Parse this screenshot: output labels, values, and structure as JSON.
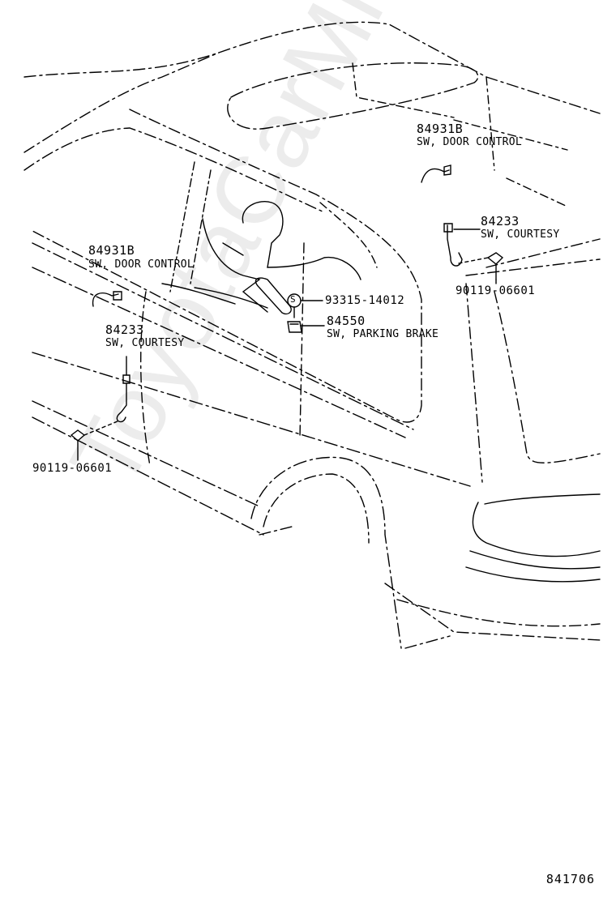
{
  "watermark": "ToyotaCarMine.ru",
  "figure_number": "841706",
  "callouts": {
    "door_control_right": {
      "part_no": "84931B",
      "name": "SW, DOOR CONTROL"
    },
    "courtesy_right": {
      "part_no": "84233",
      "name": "SW, COURTESY"
    },
    "bolt_right": {
      "part_no": "90119-06601"
    },
    "door_control_left": {
      "part_no": "84931B",
      "name": "SW, DOOR CONTROL"
    },
    "screw": {
      "symbol": "S",
      "part_no": "93315-14012"
    },
    "parking_brake": {
      "part_no": "84550",
      "name": "SW, PARKING BRAKE"
    },
    "courtesy_left": {
      "part_no": "84233",
      "name": "SW, COURTESY"
    },
    "bolt_left": {
      "part_no": "90119-06601"
    }
  }
}
